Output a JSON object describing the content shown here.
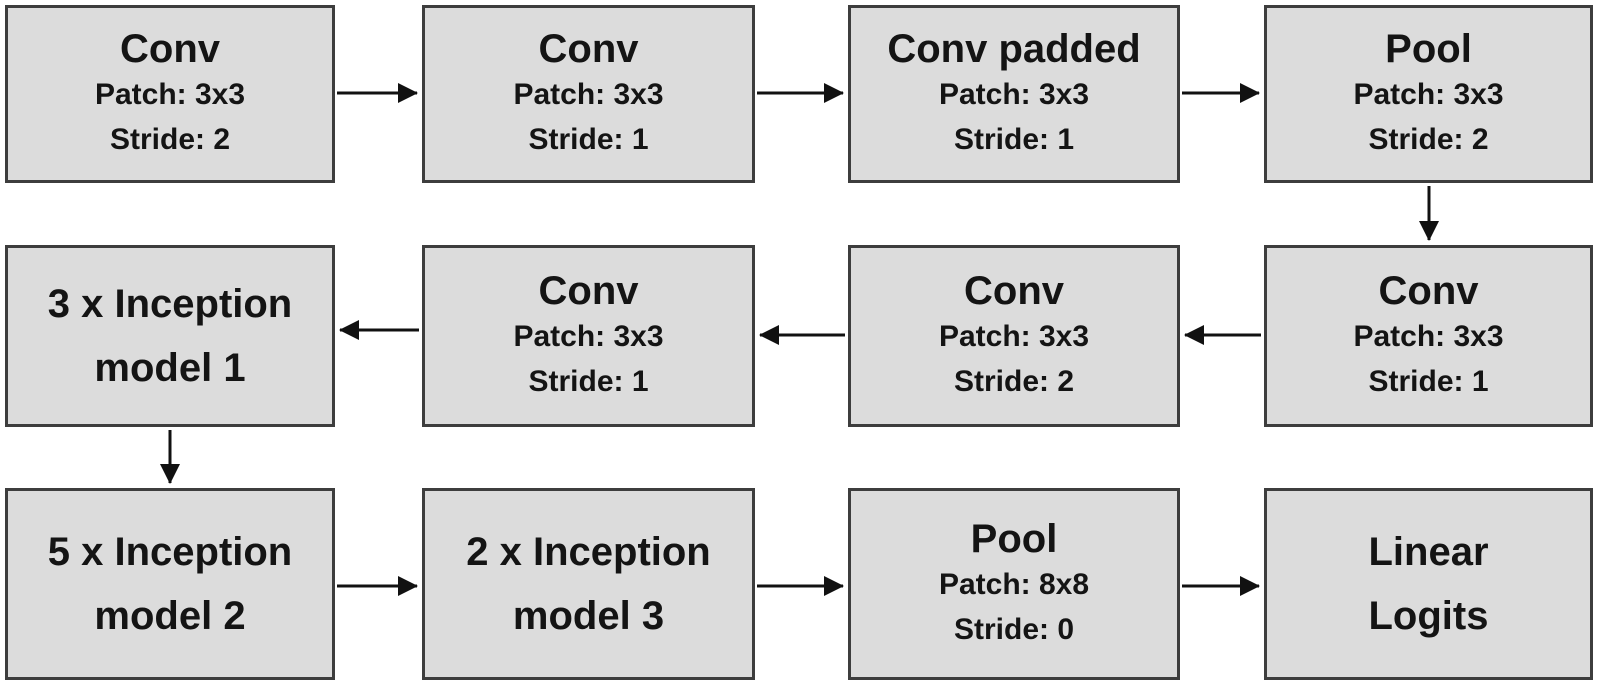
{
  "diagram_type": "cnn-architecture-flowchart",
  "colors": {
    "box_fill": "#dcdcdc",
    "box_border": "#3d3d3d",
    "arrow": "#111111",
    "text": "#141414",
    "background": "#ffffff"
  },
  "nodes": [
    {
      "id": "conv-1",
      "title": "Conv",
      "detail1": "Patch: 3x3",
      "detail2": "Stride: 2"
    },
    {
      "id": "conv-2",
      "title": "Conv",
      "detail1": "Patch: 3x3",
      "detail2": "Stride: 1"
    },
    {
      "id": "conv-padded",
      "title": "Conv padded",
      "detail1": "Patch: 3x3",
      "detail2": "Stride: 1"
    },
    {
      "id": "pool-1",
      "title": "Pool",
      "detail1": "Patch: 3x3",
      "detail2": "Stride: 2"
    },
    {
      "id": "conv-3",
      "title": "Conv",
      "detail1": "Patch: 3x3",
      "detail2": "Stride: 1"
    },
    {
      "id": "conv-4",
      "title": "Conv",
      "detail1": "Patch: 3x3",
      "detail2": "Stride: 2"
    },
    {
      "id": "conv-5",
      "title": "Conv",
      "detail1": "Patch: 3x3",
      "detail2": "Stride: 1"
    },
    {
      "id": "inception-1",
      "line1": "3 x Inception",
      "line2": "model 1"
    },
    {
      "id": "inception-2",
      "line1": "5 x Inception",
      "line2": "model 2"
    },
    {
      "id": "inception-3",
      "line1": "2 x Inception",
      "line2": "model 3"
    },
    {
      "id": "pool-2",
      "title": "Pool",
      "detail1": "Patch: 8x8",
      "detail2": "Stride: 0"
    },
    {
      "id": "linear-logits",
      "line1": "Linear",
      "line2": "Logits"
    }
  ],
  "edges": [
    {
      "from": "conv-1",
      "to": "conv-2",
      "direction": "right"
    },
    {
      "from": "conv-2",
      "to": "conv-padded",
      "direction": "right"
    },
    {
      "from": "conv-padded",
      "to": "pool-1",
      "direction": "right"
    },
    {
      "from": "pool-1",
      "to": "conv-3",
      "direction": "down"
    },
    {
      "from": "conv-3",
      "to": "conv-4",
      "direction": "left"
    },
    {
      "from": "conv-4",
      "to": "conv-5",
      "direction": "left"
    },
    {
      "from": "conv-5",
      "to": "inception-1",
      "direction": "left"
    },
    {
      "from": "inception-1",
      "to": "inception-2",
      "direction": "down"
    },
    {
      "from": "inception-2",
      "to": "inception-3",
      "direction": "right"
    },
    {
      "from": "inception-3",
      "to": "pool-2",
      "direction": "right"
    },
    {
      "from": "pool-2",
      "to": "linear-logits",
      "direction": "right"
    }
  ]
}
